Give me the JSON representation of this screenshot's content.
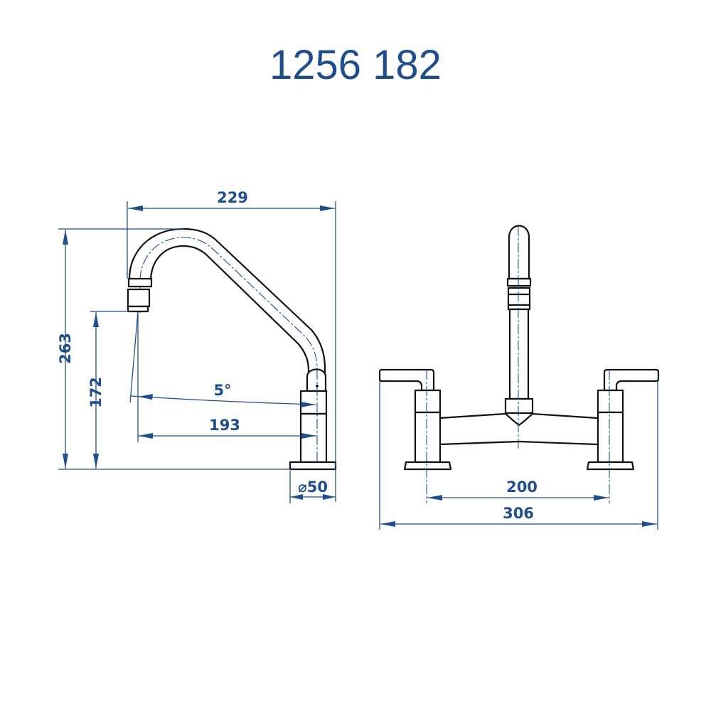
{
  "title": "1256 182",
  "colors": {
    "dimension": "#1f4e8c",
    "outline": "#111111",
    "background": "#ffffff"
  },
  "side_view": {
    "dimensions": {
      "spout_reach_total": "229",
      "total_height": "263",
      "outlet_height": "172",
      "spout_angle": "5°",
      "spout_reach": "193",
      "base_diameter": "⌀50"
    }
  },
  "front_view": {
    "dimensions": {
      "center_distance": "200",
      "total_width": "306"
    }
  }
}
